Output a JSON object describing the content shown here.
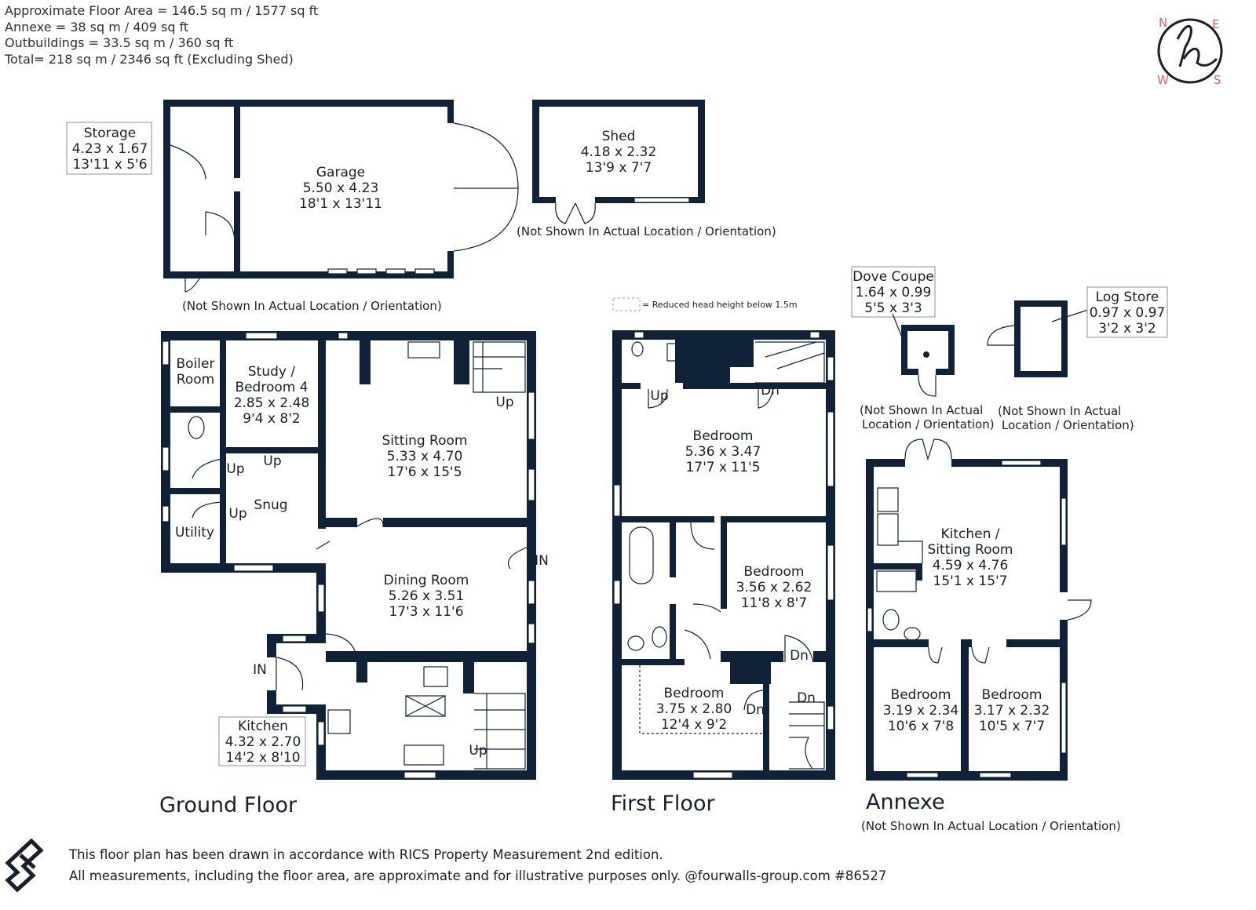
{
  "area_summary": {
    "line1": "Approximate Floor Area = 146.5 sq m / 1577 sq ft",
    "line2": "Annexe = 38 sq m / 409 sq ft",
    "line3": "Outbuildings = 33.5 sq m / 360 sq ft",
    "line4": "Total= 218 sq m / 2346 sq ft (Excluding Shed)"
  },
  "compass": {
    "n": "N",
    "e": "E",
    "w": "W",
    "s": "S",
    "logo": "h"
  },
  "outbuildings": {
    "storage": {
      "name": "Storage",
      "m": "4.23 x 1.67",
      "ft": "13'11 x 5'6"
    },
    "garage": {
      "name": "Garage",
      "m": "5.50 x 4.23",
      "ft": "18'1 x 13'11"
    },
    "shed": {
      "name": "Shed",
      "m": "4.18 x 2.32",
      "ft": "13'9 x 7'7"
    },
    "shed_note": "(Not Shown In Actual Location / Orientation)",
    "garage_note": "(Not Shown In Actual Location / Orientation)"
  },
  "legend": {
    "reduced_head_height": "= Reduced head height below 1.5m"
  },
  "ground_floor": {
    "title": "Ground Floor",
    "boiler": {
      "l1": "Boiler",
      "l2": "Room"
    },
    "study": {
      "l1": "Study /",
      "l2": "Bedroom 4",
      "m": "2.85 x 2.48",
      "ft": "9'4 x 8'2"
    },
    "sitting": {
      "name": "Sitting Room",
      "m": "5.33 x 4.70",
      "ft": "17'6 x 15'5"
    },
    "snug": {
      "name": "Snug"
    },
    "utility": {
      "name": "Utility"
    },
    "dining": {
      "name": "Dining Room",
      "m": "5.26 x 3.51",
      "ft": "17'3 x 11'6"
    },
    "kitchen": {
      "name": "Kitchen",
      "m": "4.32 x 2.70",
      "ft": "14'2 x 8'10"
    },
    "up": "Up",
    "in": "IN"
  },
  "first_floor": {
    "title": "First Floor",
    "bed1": {
      "name": "Bedroom",
      "m": "5.36 x 3.47",
      "ft": "17'7 x 11'5"
    },
    "bed2": {
      "name": "Bedroom",
      "m": "3.56 x 2.62",
      "ft": "11'8 x 8'7"
    },
    "bed3": {
      "name": "Bedroom",
      "m": "3.75 x 2.80",
      "ft": "12'4 x 9'2"
    },
    "up": "Up",
    "dn": "Dn"
  },
  "annexe": {
    "title": "Annexe",
    "note": "(Not Shown In Actual Location / Orientation)",
    "dove": {
      "name": "Dove Coupe",
      "m": "1.64 x 0.99",
      "ft": "5'5 x 3'3"
    },
    "log": {
      "name": "Log Store",
      "m": "0.97 x 0.97",
      "ft": "3'2 x 3'2"
    },
    "dove_note": {
      "l1": "(Not Shown In Actual",
      "l2": "Location / Orientation)"
    },
    "log_note": {
      "l1": "(Not Shown In Actual",
      "l2": "Location / Orientation)"
    },
    "kitchen": {
      "l1": "Kitchen /",
      "l2": "Sitting Room",
      "m": "4.59 x 4.76",
      "ft": "15'1 x 15'7"
    },
    "bed_a": {
      "name": "Bedroom",
      "m": "3.19 x 2.34",
      "ft": "10'6 x 7'8"
    },
    "bed_b": {
      "name": "Bedroom",
      "m": "3.17 x 2.32",
      "ft": "10'5 x 7'7"
    }
  },
  "footer": {
    "line1": "This floor plan has been drawn in accordance with RICS Property Measurement 2nd edition.",
    "line2": "All measurements, including the floor area, are approximate and for illustrative purposes only. @fourwalls-group.com #86527"
  }
}
